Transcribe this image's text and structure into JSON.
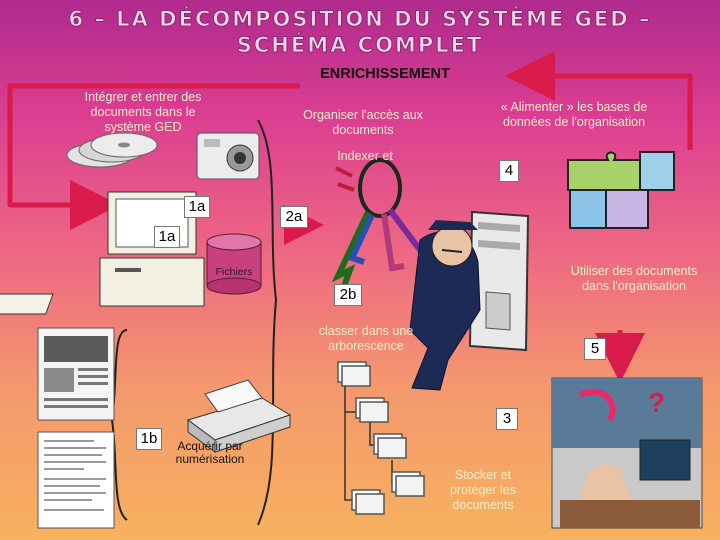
{
  "title": "6 – LA DÉCOMPOSITION DU SYSTÈME GED – SCHÉMA COMPLET",
  "enrichissement": "ENRICHISSEMENT",
  "labels": {
    "integrer": "Intégrer et entrer des documents dans le système GED",
    "organiser": "Organiser l'accès aux documents",
    "indexer": "Indexer et",
    "alimenter": "« Alimenter » les bases de données de l'organisation",
    "utiliser": "Utiliser des documents dans l'organisation",
    "classer": "classer dans une arborescence",
    "acquerir": "Acquérir par numérisation",
    "stocker": "Stocker et protéger les documents",
    "fichiers": "Fichiers"
  },
  "steps": {
    "s1a_top": "1a",
    "s1a_left": "1a",
    "s1b": "1b",
    "s2a": "2a",
    "s2b": "2b",
    "s3": "3",
    "s4": "4",
    "s5": "5"
  },
  "colors": {
    "background_top": "#b02a8e",
    "background_bottom": "#f7b25e",
    "arrow": "#d81b4a",
    "label_text": "#f6f0c8",
    "puzzle": "#a9d26a"
  }
}
